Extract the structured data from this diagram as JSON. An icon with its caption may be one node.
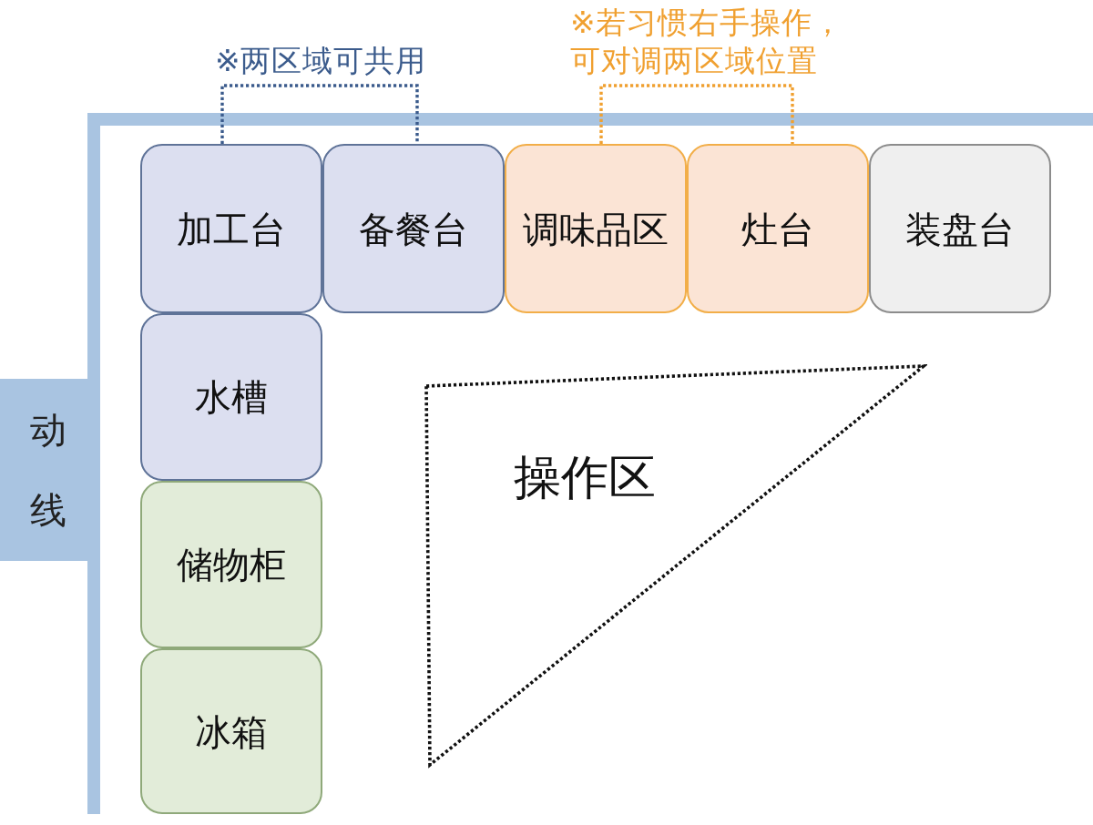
{
  "diagram": {
    "nodes": [
      {
        "text": [
          "加工台"
        ]
      },
      {
        "text": [
          "备餐台"
        ]
      },
      {
        "text": [
          "调味品区"
        ]
      },
      {
        "text": [
          "灶台"
        ]
      },
      {
        "text": [
          "装盘台"
        ]
      },
      {
        "text": [
          "水槽"
        ]
      },
      {
        "text": [
          "储物柜"
        ]
      },
      {
        "text": [
          "冰箱"
        ]
      },
      {
        "text": [
          "动线"
        ]
      },
      {
        "text": [
          "操作区"
        ]
      }
    ],
    "edges": [
      {
        "from": 0,
        "to": 1,
        "arrow": "none",
        "label": "※两区域可共用",
        "style": "dashed",
        "color": "#3b5b8c"
      },
      {
        "from": 2,
        "to": 3,
        "arrow": "none",
        "label": "※若习惯右手操作，可对调两区域位置",
        "style": "dashed",
        "color": "#f0a030"
      }
    ]
  }
}
